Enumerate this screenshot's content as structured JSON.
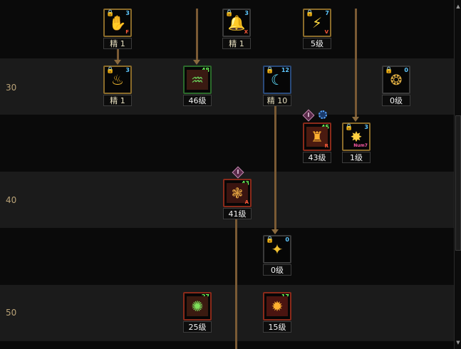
{
  "level_rows": [
    {
      "level": "30"
    },
    {
      "level": "40"
    },
    {
      "level": "50"
    }
  ],
  "skills": {
    "row1_a": {
      "label": "精 1",
      "badge": "3",
      "key": "F",
      "icon": "hand-orbs-icon"
    },
    "row1_b": {
      "label": "精 1",
      "badge": "3",
      "key": "X",
      "icon": "bell-icon"
    },
    "row1_c": {
      "label": "5级",
      "badge": "7",
      "key": "V",
      "icon": "lightning-claw-icon"
    },
    "row30_a": {
      "label": "精 1",
      "badge": "3",
      "icon": "golden-lamp-icon"
    },
    "row30_b": {
      "label": "46级",
      "badge": "48",
      "icon": "green-spiral-icon"
    },
    "row30_c": {
      "label": "精 10",
      "badge": "12",
      "icon": "blue-blast-icon"
    },
    "row30_d": {
      "label": "0级",
      "badge": "0",
      "icon": "golden-wheel-icon"
    },
    "row35_a": {
      "label": "43级",
      "badge": "45",
      "key": "R",
      "icon": "demon-warrior-icon"
    },
    "row35_b": {
      "label": "1级",
      "badge": "3",
      "key": "Num7",
      "icon": "golden-burst-icon"
    },
    "row40_a": {
      "label": "41级",
      "badge": "43",
      "key": "A",
      "icon": "wheel-ring-icon"
    },
    "row45_a": {
      "label": "0级",
      "badge": "0",
      "icon": "golden-beast-icon"
    },
    "row50_a": {
      "label": "25级",
      "badge": "27",
      "icon": "green-seal-icon"
    },
    "row50_b": {
      "label": "15级",
      "badge": "17",
      "icon": "flame-flower-icon"
    }
  },
  "markers": {
    "row35_diamond": "I",
    "row40_diamond": "I"
  },
  "colors": {
    "background": "#0a0a0a",
    "band": "#1b1b1b",
    "connector": "#7a5a34",
    "level_text": "#b9a277"
  }
}
